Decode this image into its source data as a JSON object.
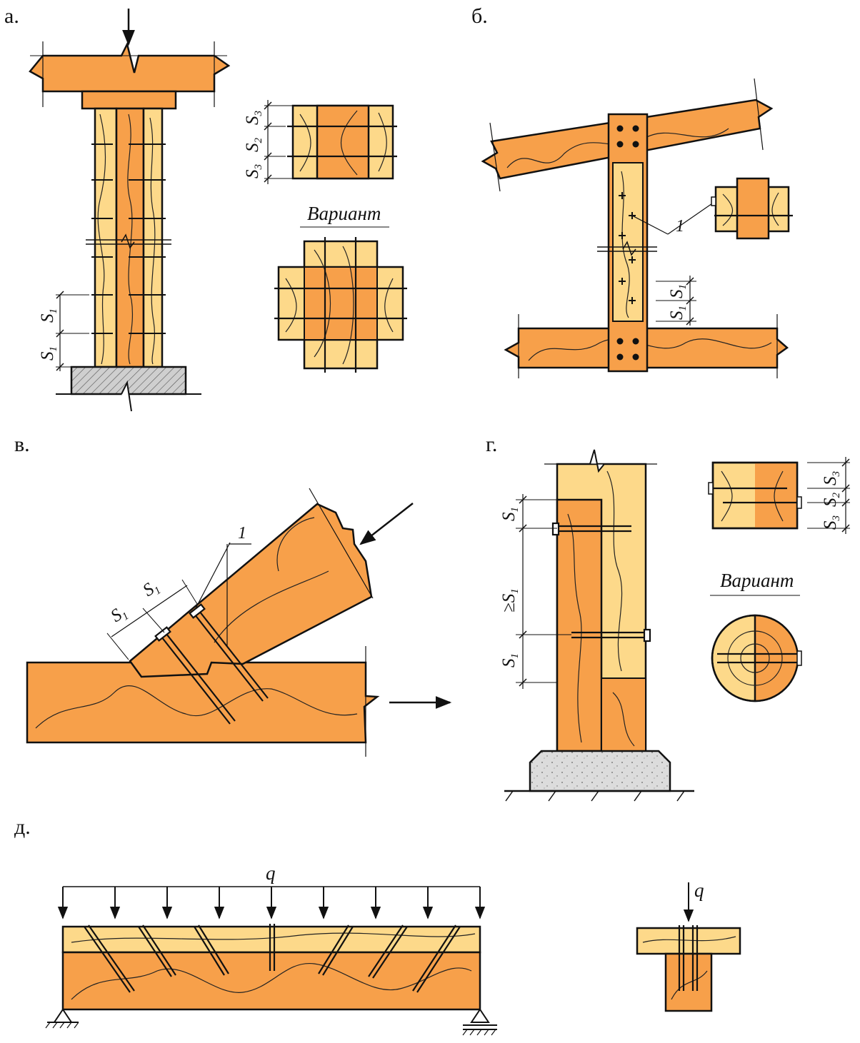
{
  "panels": {
    "a": {
      "label": "а.",
      "variant": "Вариант"
    },
    "b": {
      "label": "б.",
      "callout": "1"
    },
    "v": {
      "label": "в.",
      "callout": "1"
    },
    "g": {
      "label": "г.",
      "variant": "Вариант",
      "geq": "≥"
    },
    "d": {
      "label": "д.",
      "load": "q",
      "load_small": "q"
    }
  },
  "dims": {
    "S": "S",
    "s1": "1",
    "s2": "2",
    "s3": "3"
  },
  "colors": {
    "wood_dark": "#F7A04A",
    "wood_light": "#FDD98A",
    "concrete": "#D9D9D9"
  }
}
